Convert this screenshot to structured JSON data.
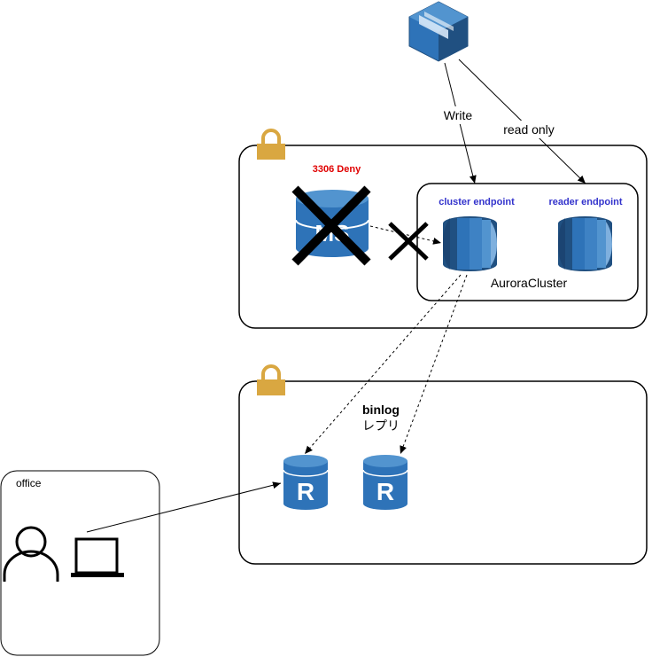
{
  "edges": {
    "write_label": "Write",
    "read_only_label": "read only"
  },
  "vpc_top": {
    "deny_label": "3306 Deny",
    "cluster_endpoint_label": "cluster endpoint",
    "reader_endpoint_label": "reader endpoint",
    "cluster_name": "AuroraCluster",
    "ms_letters": "MS"
  },
  "vpc_bottom": {
    "binlog_label": "binlog",
    "replica_label": "レプリ",
    "replica_letter": "R"
  },
  "office": {
    "label": "office"
  },
  "colors": {
    "aws_blue": "#2E73B8",
    "aws_blue_dark": "#205081",
    "aws_blue_light": "#5294CF",
    "deny_red": "#E00000",
    "endpoint_blue": "#3333CC",
    "lock_gold": "#D9A741",
    "cross_black": "#000000"
  },
  "icons": {
    "app": "ec2-container-icon",
    "lock": "lock-icon",
    "db": "aurora-db-icon",
    "replica": "read-replica-icon",
    "user": "user-icon",
    "laptop": "laptop-icon"
  }
}
